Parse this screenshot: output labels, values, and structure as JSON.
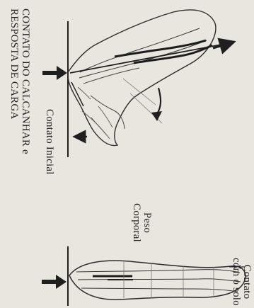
{
  "labels": {
    "title_line_1": "CONTATO DO CALCANHAR e",
    "title_line_2": "RESPOSTA DE CARGA",
    "initial_contact": "Contato Inicial",
    "body_weight_line_1": "Peso",
    "body_weight_line_2": "Corporal",
    "ground_contact_line_1": "Contato",
    "ground_contact_line_2": "com o solo"
  },
  "colors": {
    "paper": "#e9e6e0",
    "ink": "#1f1f1f"
  }
}
